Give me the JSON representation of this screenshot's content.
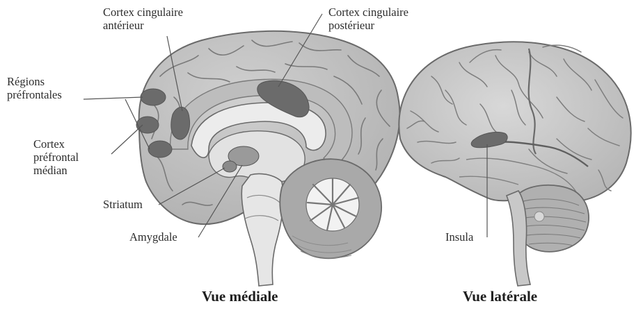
{
  "medial": {
    "caption": "Vue médiale",
    "labels": {
      "cingulate_anterior": [
        "Cortex cingulaire",
        "antérieur"
      ],
      "cingulate_posterior": [
        "Cortex cingulaire",
        "postérieur"
      ],
      "prefrontal_regions": [
        "Régions",
        "préfrontales"
      ],
      "medial_prefrontal": [
        "Cortex",
        "préfrontal",
        "médian"
      ],
      "striatum": "Striatum",
      "amygdala": "Amygdale"
    }
  },
  "lateral": {
    "caption": "Vue latérale",
    "labels": {
      "insula": "Insula"
    }
  },
  "colors": {
    "brain_fill": "#c9c9c9",
    "brain_stroke": "#6a6a6a",
    "highlight": "#6b6b6b",
    "light_region": "#e8e8e8",
    "leader_line": "#555555"
  }
}
